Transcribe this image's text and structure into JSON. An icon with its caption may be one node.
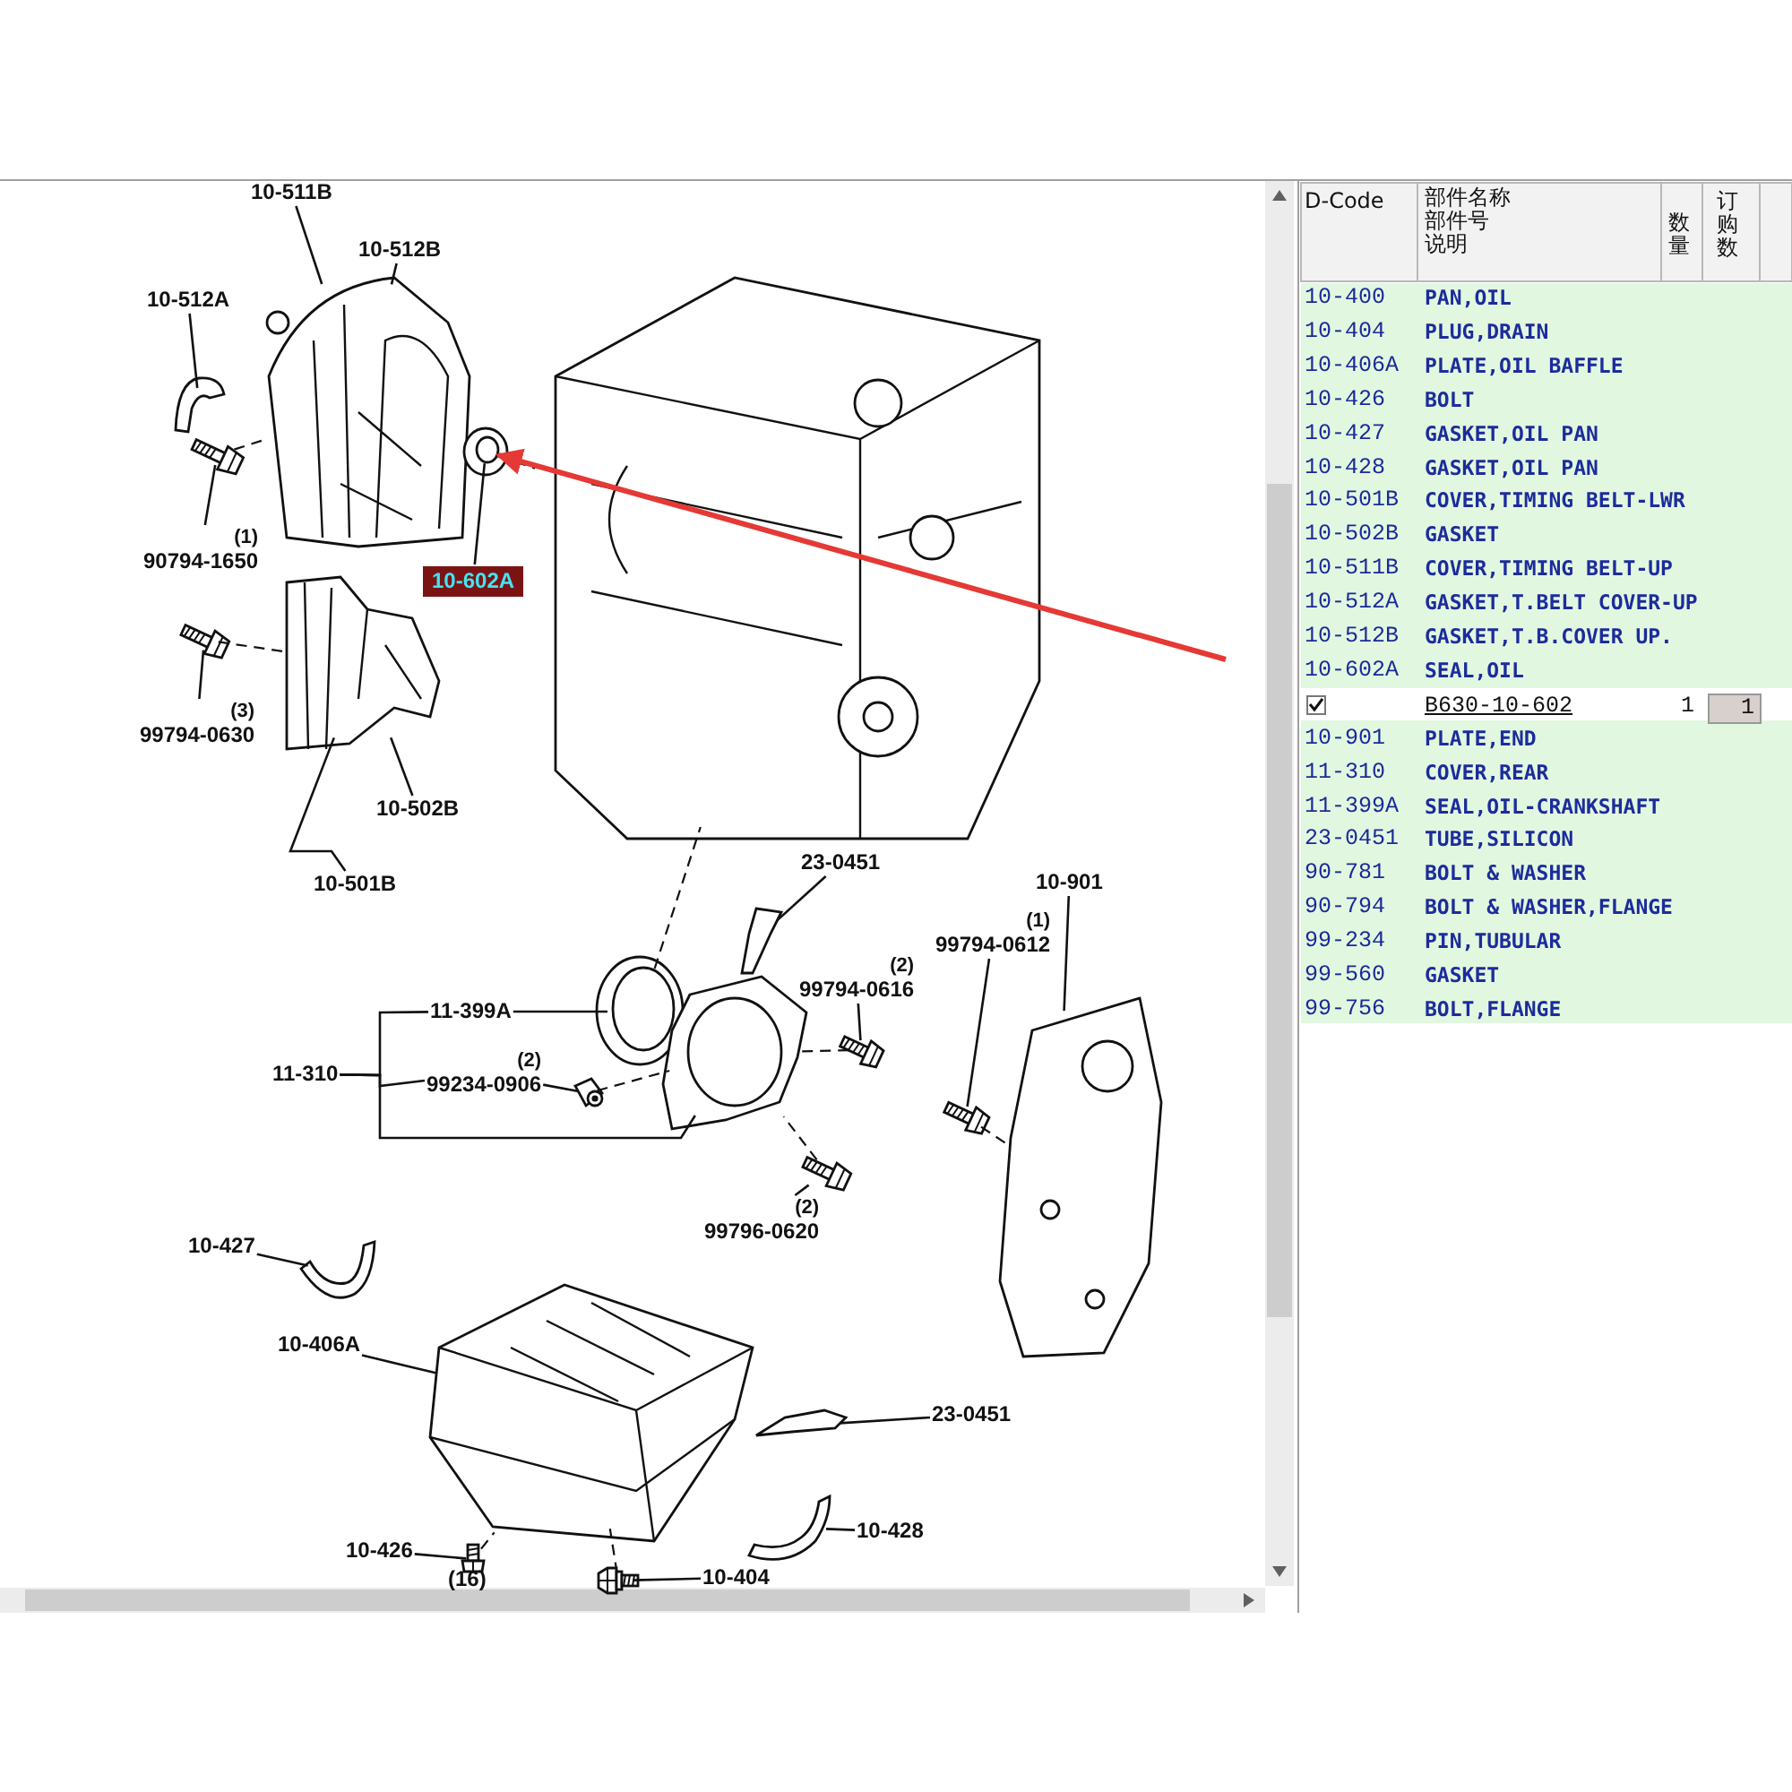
{
  "diagram": {
    "nodes": [
      {
        "text": [
          "10-511B"
        ]
      },
      {
        "text": [
          "10-512A"
        ]
      },
      {
        "text": [
          "10-512B"
        ]
      },
      {
        "text": [],
        "shape": "picture"
      },
      {
        "text": [],
        "shape": "picture"
      },
      {
        "text": [],
        "shape": "picture"
      },
      {
        "text": [
          "(1)",
          "90794-1650"
        ]
      },
      {
        "text": [],
        "shape": "picture"
      },
      {
        "text": [
          "10-602A"
        ]
      },
      {
        "text": [],
        "shape": "picture"
      },
      {
        "text": [],
        "shape": "picture"
      },
      {
        "text": [],
        "shape": "picture"
      },
      {
        "text": [
          "(3)",
          "99794-0630"
        ]
      },
      {
        "text": [
          "10-502B"
        ]
      },
      {
        "text": [
          "10-501B"
        ]
      },
      {
        "text": [
          "23-0451"
        ]
      },
      {
        "text": [],
        "shape": "picture"
      },
      {
        "text": [
          "(1)",
          "99794-0612"
        ]
      },
      {
        "text": [
          "10-901"
        ]
      },
      {
        "text": [
          "11-399A"
        ]
      },
      {
        "text": [],
        "shape": "picture"
      },
      {
        "text": [],
        "shape": "picture"
      },
      {
        "text": [
          "(2)",
          "99794-0616"
        ]
      },
      {
        "text": [
          "11-310"
        ]
      },
      {
        "text": [
          "(2)",
          "99234-0906"
        ]
      },
      {
        "text": [],
        "shape": "picture"
      },
      {
        "text": [],
        "shape": "picture"
      },
      {
        "text": [],
        "shape": "picture"
      },
      {
        "text": [],
        "shape": "picture"
      },
      {
        "text": [],
        "shape": "picture"
      },
      {
        "text": [
          "(2)",
          "99796-0620"
        ]
      },
      {
        "text": [
          "10-427"
        ]
      },
      {
        "text": [],
        "shape": "picture"
      },
      {
        "text": [],
        "shape": "picture"
      },
      {
        "text": [
          "10-406A"
        ]
      },
      {
        "text": [
          "23-0451"
        ]
      },
      {
        "text": [],
        "shape": "picture"
      },
      {
        "text": [
          "10-426"
        ]
      },
      {
        "text": [],
        "shape": "picture"
      },
      {
        "text": [],
        "shape": "picture"
      },
      {
        "text": [
          "10-428"
        ]
      },
      {
        "text": [
          "10-404"
        ]
      },
      {
        "text": [],
        "shape": "picture"
      }
    ],
    "edges": [
      {
        "from": 0,
        "to": 3,
        "arrow": "none"
      },
      {
        "from": 1,
        "to": 4,
        "arrow": "none"
      },
      {
        "from": 2,
        "to": 3,
        "arrow": "none"
      },
      {
        "from": 6,
        "to": 5,
        "arrow": "none"
      },
      {
        "from": 5,
        "to": 3,
        "arrow": "none",
        "style": "dashed"
      },
      {
        "from": 8,
        "to": 7,
        "arrow": "none"
      },
      {
        "from": 7,
        "to": 9,
        "arrow": "none",
        "style": "dashed"
      },
      {
        "from": null,
        "to": 7,
        "arrow": "to",
        "style": "thick",
        "color": "#e53935"
      },
      {
        "from": 12,
        "to": 11,
        "arrow": "none"
      },
      {
        "from": 11,
        "to": 10,
        "arrow": "none",
        "style": "dashed"
      },
      {
        "from": 13,
        "to": 10,
        "arrow": "none"
      },
      {
        "from": 14,
        "to": 10,
        "arrow": "none"
      },
      {
        "from": 15,
        "to": 16,
        "arrow": "none"
      },
      {
        "from": 19,
        "to": 20,
        "arrow": "none"
      },
      {
        "from": 20,
        "to": 9,
        "arrow": "none",
        "style": "dashed"
      },
      {
        "from": 23,
        "to": 21,
        "arrow": "none"
      },
      {
        "from": 24,
        "to": 25,
        "arrow": "none"
      },
      {
        "from": 25,
        "to": 21,
        "arrow": "none",
        "style": "dashed"
      },
      {
        "from": 22,
        "to": 26,
        "arrow": "none"
      },
      {
        "from": 26,
        "to": 21,
        "arrow": "none",
        "style": "dashed"
      },
      {
        "from": 17,
        "to": 27,
        "arrow": "none"
      },
      {
        "from": 27,
        "to": 28,
        "arrow": "none",
        "style": "dashed"
      },
      {
        "from": 18,
        "to": 28,
        "arrow": "none"
      },
      {
        "from": 30,
        "to": 29,
        "arrow": "none"
      },
      {
        "from": 29,
        "to": 21,
        "arrow": "none",
        "style": "dashed"
      },
      {
        "from": 31,
        "to": 32,
        "arrow": "none"
      },
      {
        "from": 34,
        "to": 33,
        "arrow": "none"
      },
      {
        "from": 35,
        "to": 36,
        "arrow": "none"
      },
      {
        "from": 37,
        "to": 38,
        "arrow": "none"
      },
      {
        "from": 38,
        "to": 33,
        "arrow": "none",
        "style": "dashed"
      },
      {
        "from": 40,
        "to": 39,
        "arrow": "none"
      },
      {
        "from": 41,
        "to": 42,
        "arrow": "none"
      },
      {
        "from": 42,
        "to": 33,
        "arrow": "none",
        "style": "dashed"
      },
      {
        "from": 23,
        "to": 19,
        "arrow": "none"
      },
      {
        "from": 23,
        "to": 24,
        "arrow": "none"
      }
    ],
    "labels": [
      "(16)",
      "D-Code",
      "部件名称",
      "部件号",
      "说明",
      "数量",
      "订购数",
      "10-400",
      "PAN,OIL",
      "10-404",
      "PLUG,DRAIN",
      "10-406A",
      "PLATE,OIL BAFFLE",
      "10-426",
      "BOLT",
      "10-427",
      "GASKET,OIL PAN",
      "10-428",
      "GASKET,OIL PAN",
      "10-501B",
      "COVER,TIMING BELT-LWR",
      "10-502B",
      "GASKET",
      "10-511B",
      "COVER,TIMING BELT-UP",
      "10-512A",
      "GASKET,T.BELT COVER-UP",
      "10-512B",
      "GASKET,T.B.COVER UP.",
      "10-602A",
      "SEAL,OIL",
      "B630-10-602",
      "1",
      "1",
      "10-901",
      "PLATE,END",
      "11-310",
      "COVER,REAR",
      "11-399A",
      "SEAL,OIL-CRANKSHAFT",
      "23-0451",
      "TUBE,SILICON",
      "90-781",
      "BOLT & WASHER",
      "90-794",
      "BOLT & WASHER,FLANGE",
      "99-234",
      "PIN,TUBULAR",
      "99-560",
      "GASKET",
      "99-756",
      "BOLT,FLANGE"
    ]
  }
}
